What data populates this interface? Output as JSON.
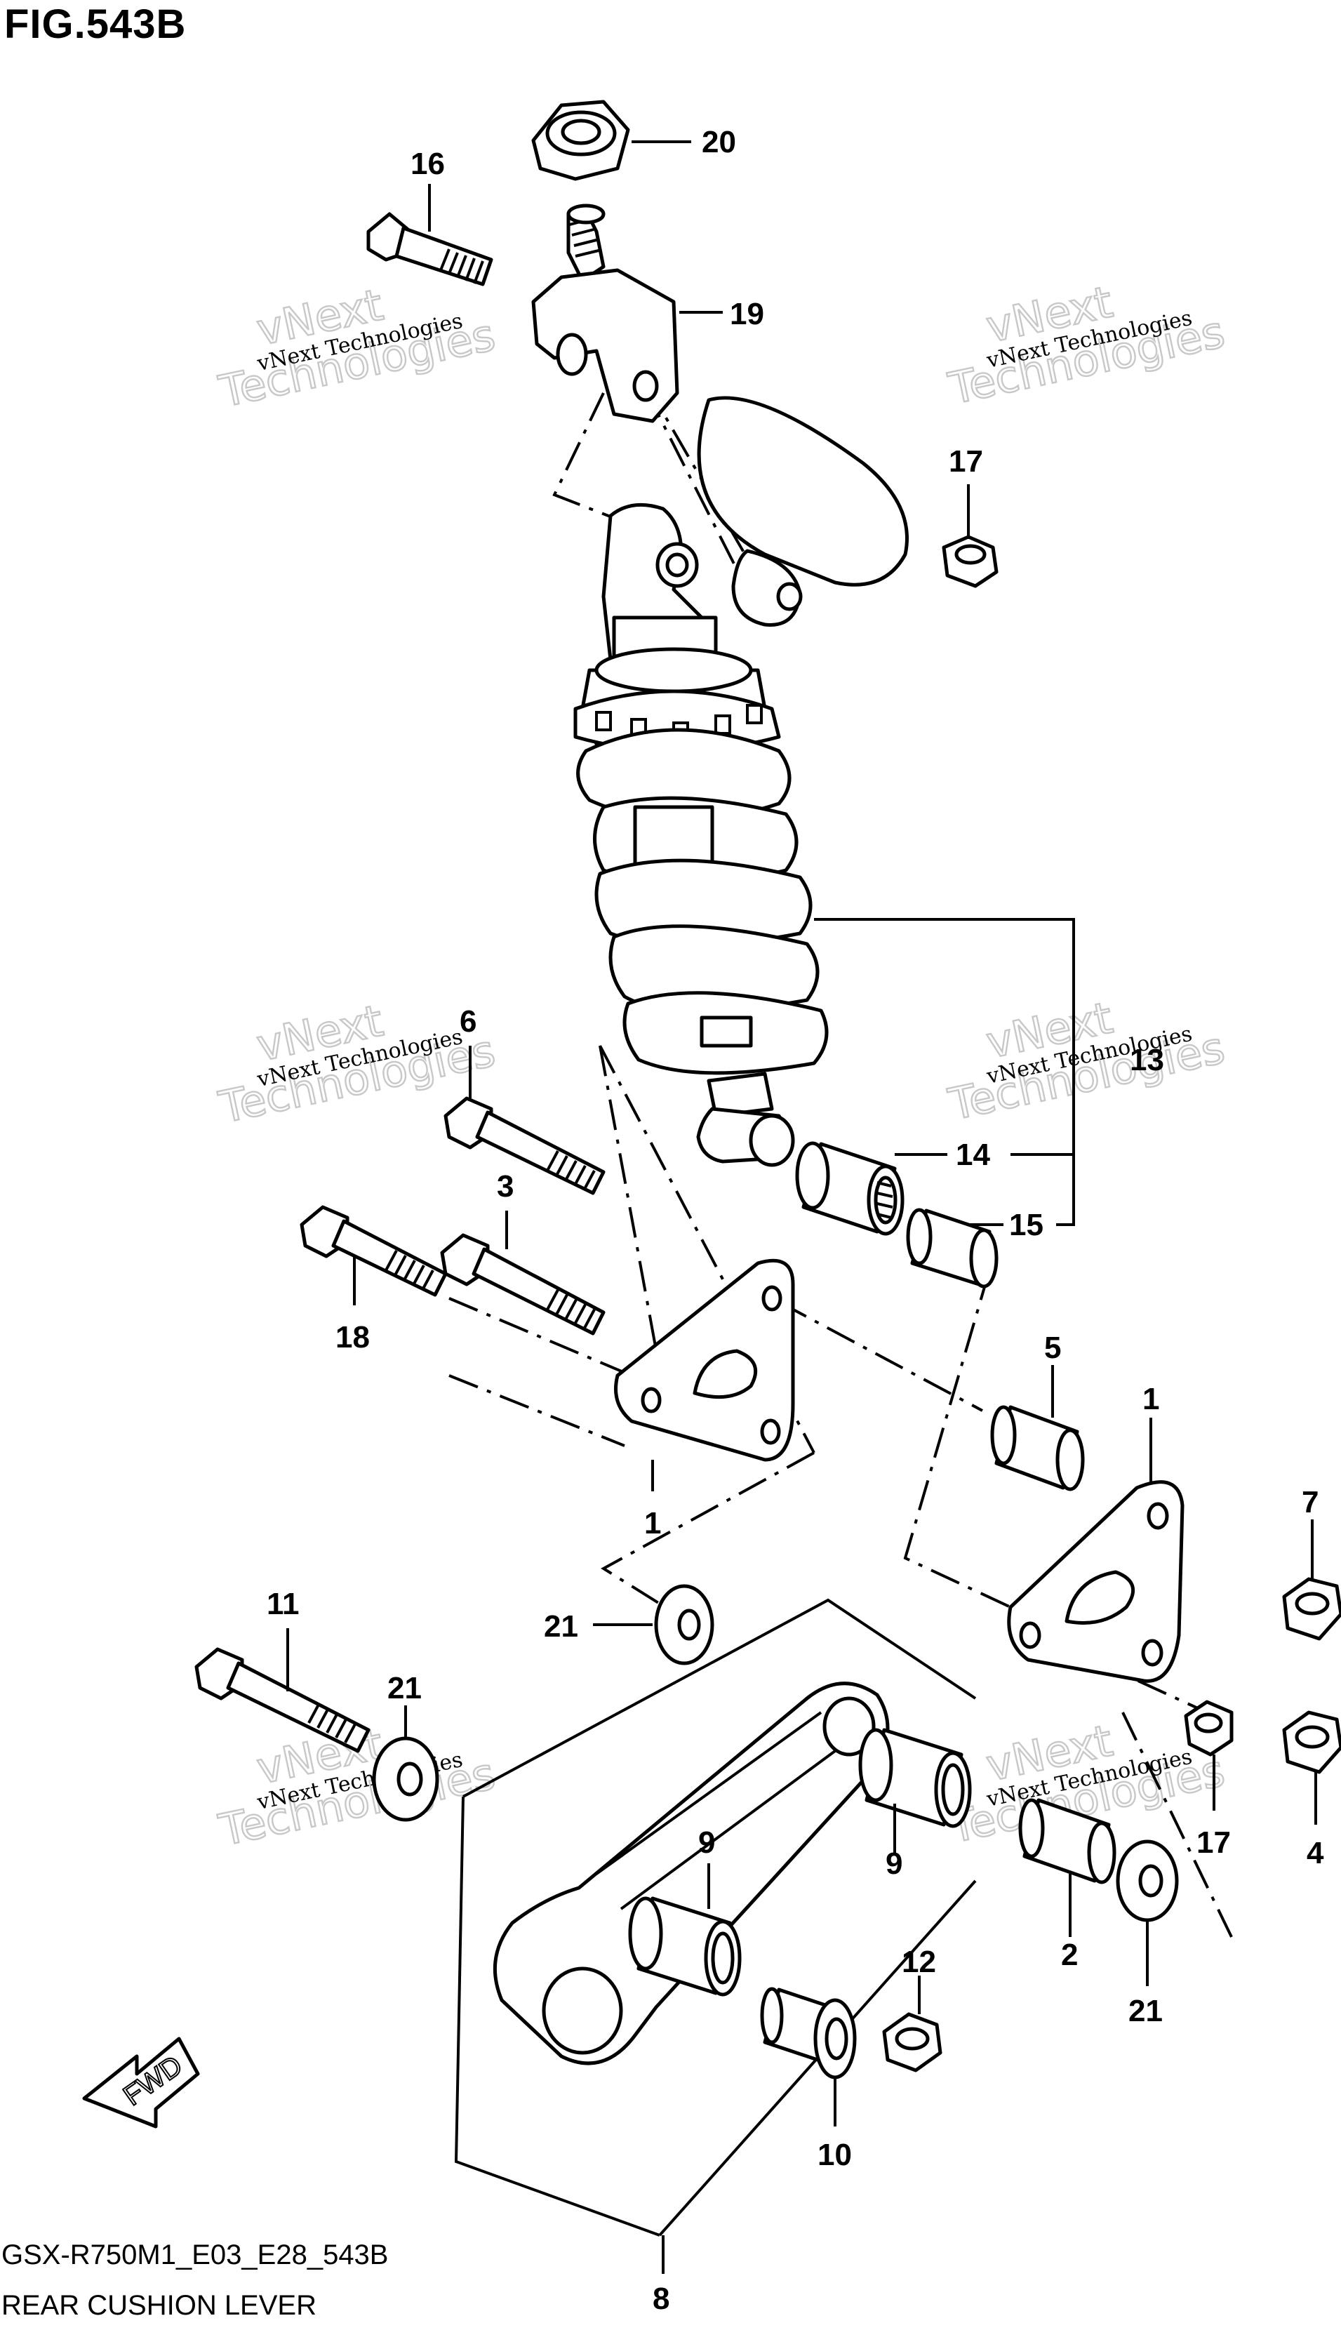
{
  "figure": {
    "title": "FIG.543B",
    "model_code": "GSX-R750M1_E03_E28_543B",
    "assembly_name": "REAR CUSHION LEVER"
  },
  "watermark": {
    "small_text": "vNext Technologies",
    "big_line1": "vNext",
    "big_line2": "Technologies"
  },
  "fwd_label": "FWD",
  "callouts": {
    "c20": "20",
    "c16": "16",
    "c19": "19",
    "c17a": "17",
    "c6": "6",
    "c13": "13",
    "c14": "14",
    "c3": "3",
    "c15": "15",
    "c18": "18",
    "c5": "5",
    "c1a": "1",
    "c1b": "1",
    "c7": "7",
    "c21a": "21",
    "c11": "11",
    "c21b": "21",
    "c9a": "9",
    "c9b": "9",
    "c17b": "17",
    "c4": "4",
    "c2": "2",
    "c12": "12",
    "c21c": "21",
    "c8": "8",
    "c10": "10"
  }
}
